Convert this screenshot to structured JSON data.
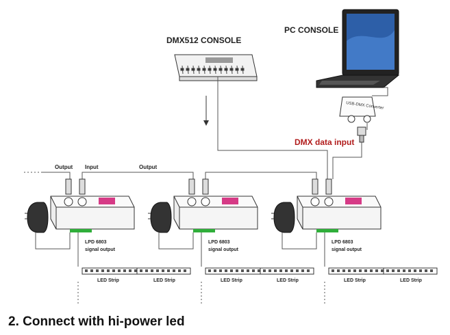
{
  "labels": {
    "dmx_console": "DMX512 CONSOLE",
    "pc_console": "PC CONSOLE",
    "usb_converter": "USB-DMX Converter",
    "dmx_data_input": "DMX data input",
    "output_1": "Output",
    "input": "Input",
    "output_2": "Output",
    "signal_output": [
      "LPD 6803",
      "signal output"
    ],
    "led_strip": "LED Strip",
    "caption": "2. Connect with hi-power led"
  },
  "colors": {
    "dmx_data_input": "#b11c1c",
    "panel_pink": "#d63a86",
    "terminal_green": "#2fae3a",
    "laptop_screen": "#2d5fa8"
  },
  "controllers": [
    {
      "id": "controller-1"
    },
    {
      "id": "controller-2"
    },
    {
      "id": "controller-3"
    }
  ]
}
